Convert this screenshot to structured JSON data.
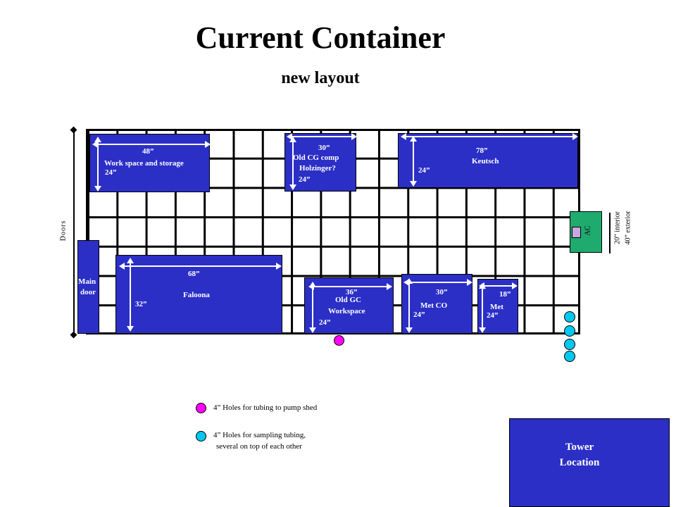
{
  "title": "Current Container",
  "subtitle": "new layout",
  "doors_label": "Doors",
  "ac": {
    "label": "AC",
    "fill": "#1faa6e"
  },
  "ac_note": {
    "line1": "20” interior",
    "line2": "40” exterior"
  },
  "colors": {
    "box": "#2b2fc6",
    "pump_hole": "#ff00ff",
    "sampling_hole": "#00c8f0"
  },
  "blocks": {
    "workspace": {
      "width": "48”",
      "name": "Work space and storage",
      "depth": "24”"
    },
    "oldcg": {
      "width": "30”",
      "name1": "Old CG comp",
      "name2": "Holzinger?",
      "depth": "24”"
    },
    "keutsch": {
      "width": "78”",
      "name": "Keutsch",
      "depth": "24”"
    },
    "maindoor": {
      "line1": "Main",
      "line2": "door"
    },
    "faloona": {
      "width": "68”",
      "name": "Faloona",
      "depth": "32”"
    },
    "oldgc": {
      "width": "36”",
      "name1": "Old GC",
      "name2": "Workspace",
      "depth": "24”"
    },
    "metco": {
      "width": "30”",
      "name": "Met CO",
      "depth": "24”"
    },
    "met": {
      "width": "18”",
      "name": "Met",
      "depth": "24”"
    }
  },
  "legend": {
    "pump": "4” Holes for tubing to pump shed",
    "sampling1": "4” Holes for sampling tubing,",
    "sampling2": "several on top of each other"
  },
  "tower": {
    "line1": "Tower",
    "line2": "Location"
  }
}
